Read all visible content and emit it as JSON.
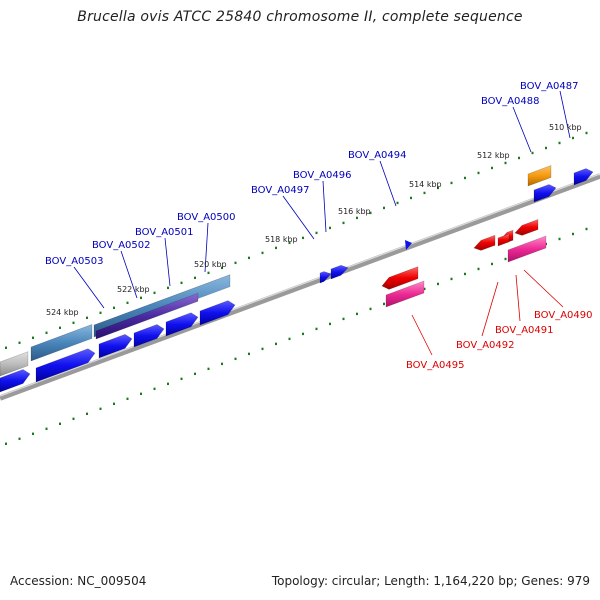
{
  "title": "Brucella ovis ATCC 25840 chromosome II, complete sequence",
  "footer": {
    "accession": "Accession: NC_009504",
    "meta": "Topology: circular; Length: 1,164,220 bp; Genes: 979"
  },
  "colors": {
    "forward_label": "#0000bb",
    "reverse_label": "#dd0000",
    "backbone": "#777777",
    "tick": "#1a7a1a"
  },
  "scale_labels": [
    "510 kbp",
    "512 kbp",
    "514 kbp",
    "516 kbp",
    "518 kbp",
    "520 kbp",
    "522 kbp",
    "524 kbp"
  ],
  "gene_labels": {
    "forward": [
      "BOV_A0487",
      "BOV_A0488",
      "BOV_A0494",
      "BOV_A0496",
      "BOV_A0497",
      "BOV_A0500",
      "BOV_A0501",
      "BOV_A0502",
      "BOV_A0503"
    ],
    "reverse": [
      "BOV_A0490",
      "BOV_A0491",
      "BOV_A0492",
      "BOV_A0495"
    ]
  }
}
